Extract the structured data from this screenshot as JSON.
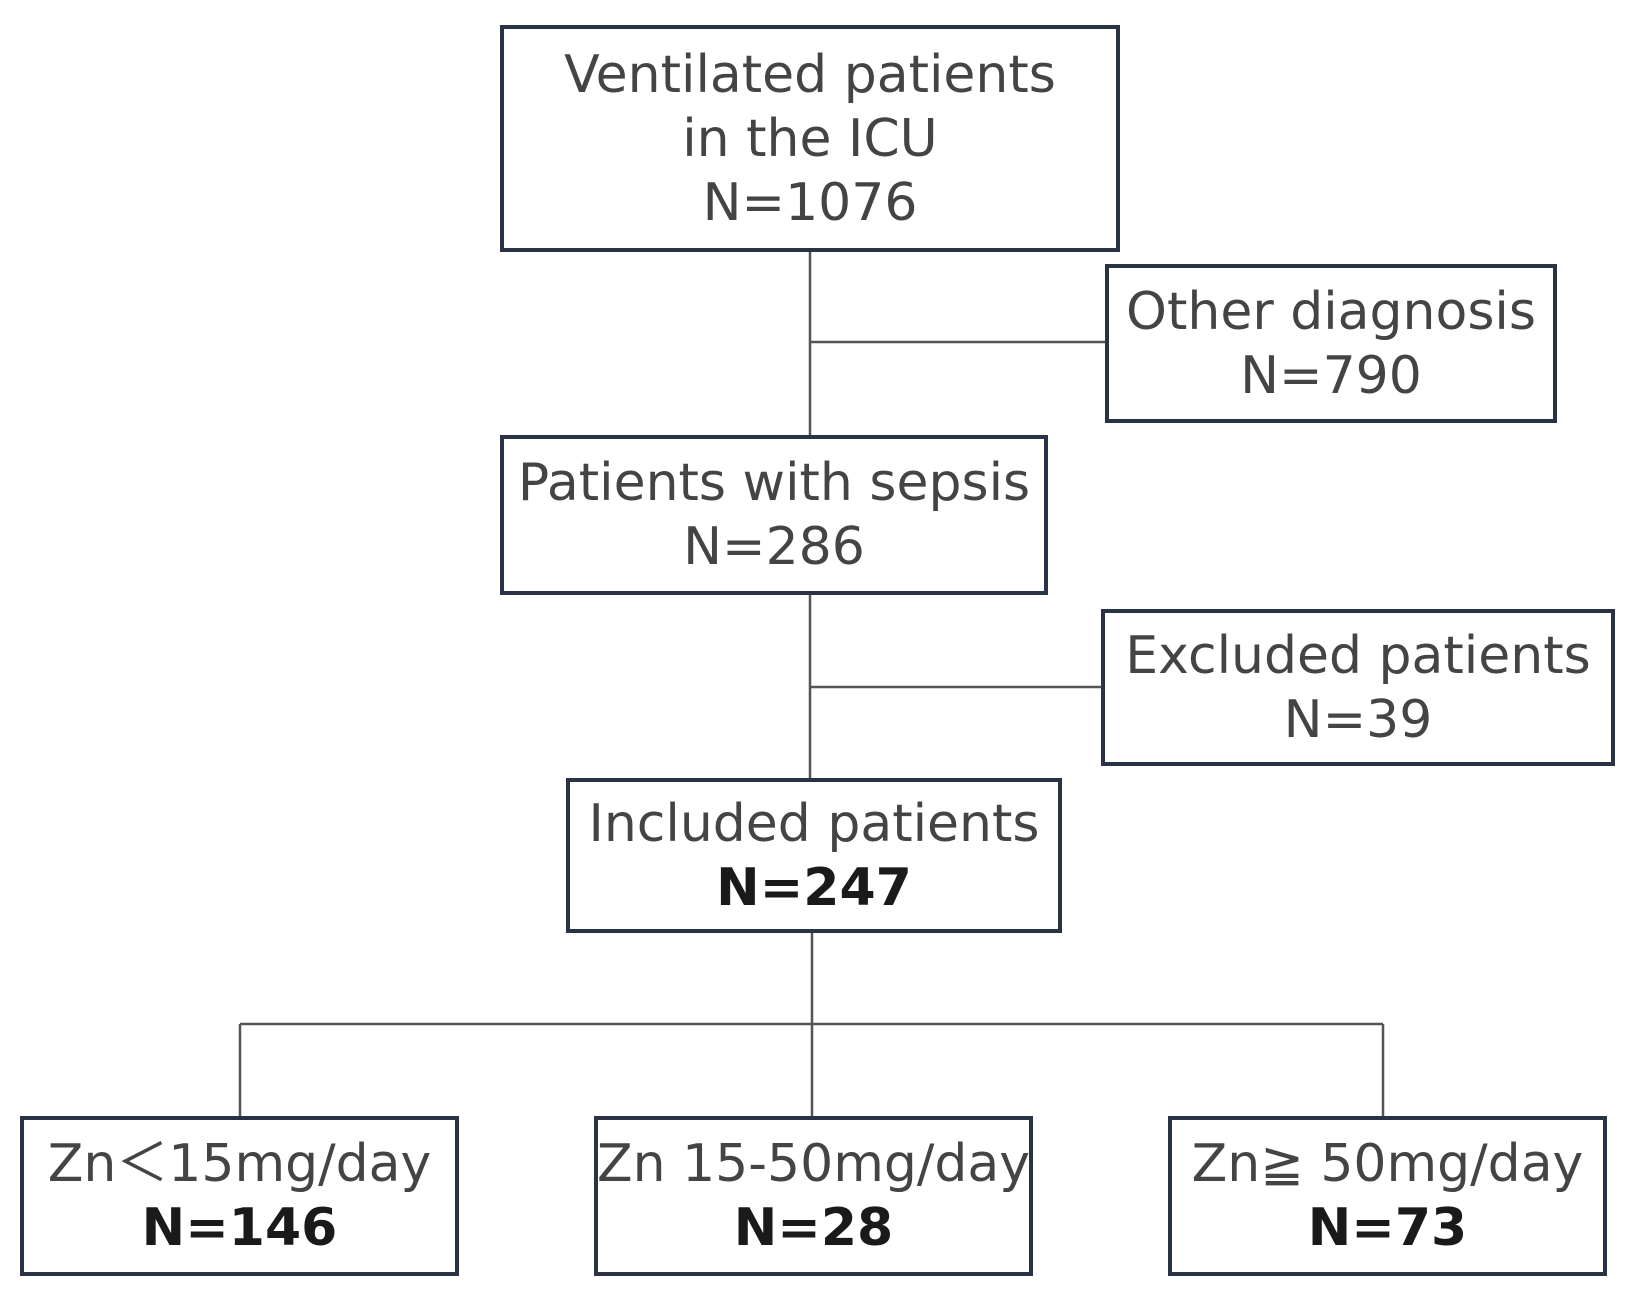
{
  "flowchart": {
    "ventilated": {
      "label": "Ventilated patients",
      "label2": "in the ICU",
      "count": "N=1076"
    },
    "other_diagnosis": {
      "label": "Other diagnosis",
      "count": "N=790"
    },
    "sepsis": {
      "label": "Patients with sepsis",
      "count": "N=286"
    },
    "excluded": {
      "label": "Excluded patients",
      "count": "N=39"
    },
    "included": {
      "label": "Included patients",
      "count": "N=247"
    },
    "groups": [
      {
        "label": "Zn＜15mg/day",
        "count": "N=146"
      },
      {
        "label": "Zn 15-50mg/day",
        "count": "N=28"
      },
      {
        "label": "Zn≧ 50mg/day",
        "count": "N=73"
      }
    ]
  },
  "colors": {
    "box_border": "#2a3245",
    "text": "#444444",
    "connector": "#555555"
  }
}
